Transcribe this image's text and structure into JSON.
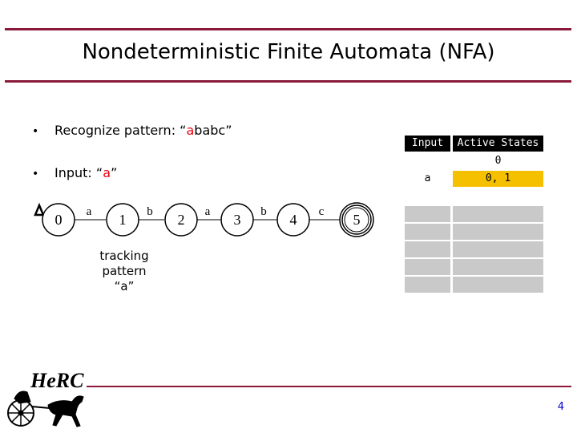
{
  "slide": {
    "title": "Nondeterministic Finite Automata (NFA)",
    "page_number": "4",
    "rule_color": "#8b1a3a",
    "highlight_color": "#e8000d"
  },
  "bullets": {
    "pattern_prefix": "Recognize pattern: ",
    "pattern_open": "“",
    "pattern_hl": "a",
    "pattern_rest": "babc”",
    "input_prefix": "Input: ",
    "input_open": "“",
    "input_hl": "a",
    "input_close": "”"
  },
  "nfa": {
    "states": [
      "0",
      "1",
      "2",
      "3",
      "4",
      "5"
    ],
    "transitions": [
      "a",
      "b",
      "a",
      "b",
      "c"
    ],
    "accepting_state": "5"
  },
  "annotation": {
    "line1": "tracking",
    "line2": "pattern",
    "line3": "“a”"
  },
  "table": {
    "headers": [
      "Input",
      "Active States"
    ],
    "rows": [
      {
        "input": "",
        "states": "0",
        "input_color": "white",
        "states_color": "white"
      },
      {
        "input": "a",
        "states": "0, 1",
        "input_color": "white",
        "states_color": "gold"
      },
      {
        "input": "",
        "states": "",
        "input_color": "gray",
        "states_color": "gray"
      },
      {
        "input": "",
        "states": "",
        "input_color": "gray",
        "states_color": "gray"
      },
      {
        "input": "",
        "states": "",
        "input_color": "gray",
        "states_color": "gray"
      },
      {
        "input": "",
        "states": "",
        "input_color": "gray",
        "states_color": "gray"
      },
      {
        "input": "",
        "states": "",
        "input_color": "gray",
        "states_color": "gray"
      }
    ]
  },
  "logo": {
    "text": "HeRC"
  }
}
